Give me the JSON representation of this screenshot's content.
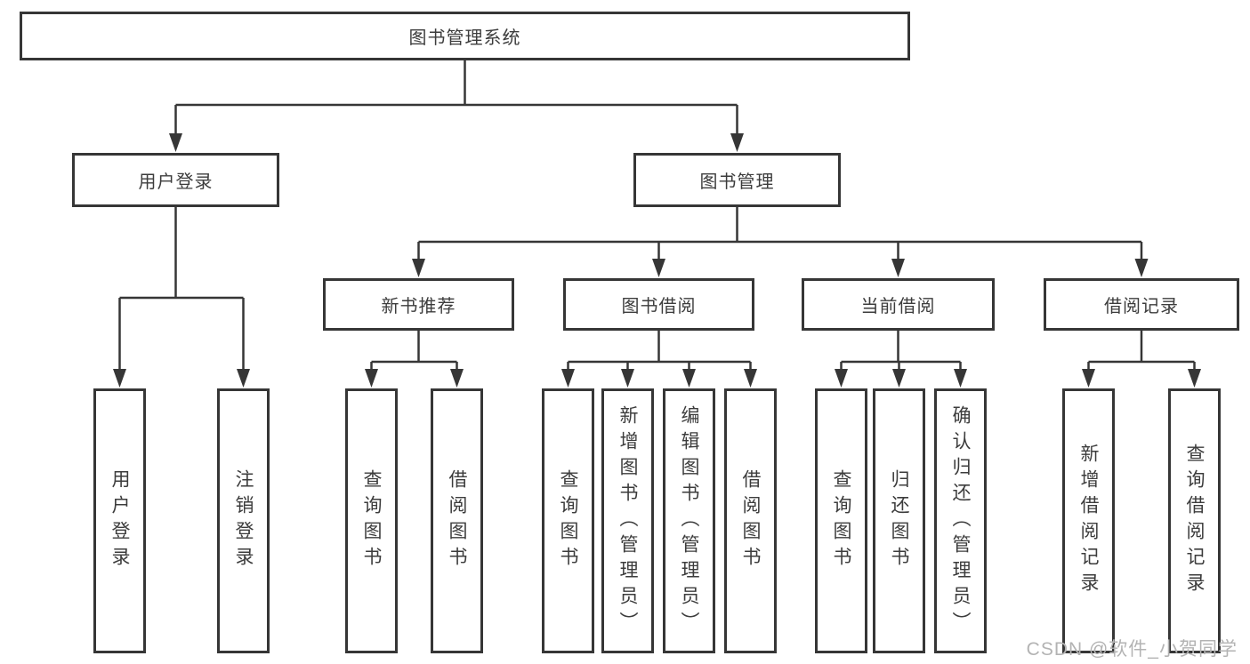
{
  "diagram": {
    "title_node": {
      "label": "图书管理系统"
    },
    "level2": [
      {
        "id": "user-login",
        "label": "用户登录"
      },
      {
        "id": "book-management",
        "label": "图书管理"
      }
    ],
    "level3": [
      {
        "id": "new-book-recommendation",
        "parent": "图书管理",
        "label": "新书推荐"
      },
      {
        "id": "book-borrowing",
        "parent": "图书管理",
        "label": "图书借阅"
      },
      {
        "id": "current-borrowing",
        "parent": "图书管理",
        "label": "当前借阅"
      },
      {
        "id": "borrowing-records",
        "parent": "图书管理",
        "label": "借阅记录"
      }
    ],
    "leaves": [
      {
        "parent": "用户登录",
        "label": "用户登录"
      },
      {
        "parent": "用户登录",
        "label": "注销登录"
      },
      {
        "parent": "新书推荐",
        "label": "查询图书"
      },
      {
        "parent": "新书推荐",
        "label": "借阅图书"
      },
      {
        "parent": "图书借阅",
        "label": "查询图书"
      },
      {
        "parent": "图书借阅",
        "label": "新增图书（管理员）"
      },
      {
        "parent": "图书借阅",
        "label": "编辑图书（管理员）"
      },
      {
        "parent": "图书借阅",
        "label": "借阅图书"
      },
      {
        "parent": "当前借阅",
        "label": "查询图书"
      },
      {
        "parent": "当前借阅",
        "label": "归还图书"
      },
      {
        "parent": "当前借阅",
        "label": "确认归还（管理员）"
      },
      {
        "parent": "借阅记录",
        "label": "新增借阅记录"
      },
      {
        "parent": "借阅记录",
        "label": "查询借阅记录"
      }
    ],
    "colors": {
      "line": "#363636",
      "text": "#3c3c3c",
      "background": "#ffffff",
      "watermark": "#b3b3b3"
    }
  },
  "watermark": {
    "text": "CSDN @软件_小贺同学"
  }
}
